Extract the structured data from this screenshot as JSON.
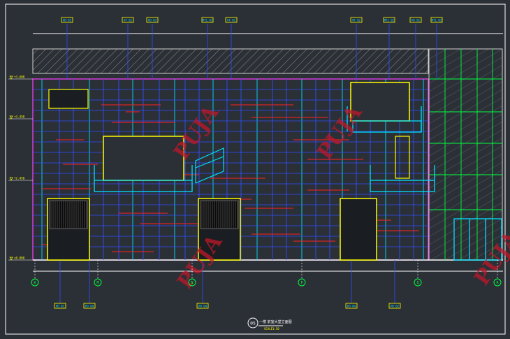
{
  "drawing": {
    "title": "一楼 前室大堂立面图",
    "number": "05",
    "scale": "SCALE1:50"
  },
  "tags_top": [
    "PD 01",
    "VT 01",
    "PD 03",
    "MTL 01",
    "VT 01",
    "VT 02",
    "MTL 01",
    "PD 01",
    "MTL 01"
  ],
  "tags_bottom": [
    "PD 01",
    "PD 04",
    "PD 04",
    "PD 04",
    "PD 02"
  ],
  "grid_bubbles": [
    "K",
    "M",
    "N",
    "P",
    "Q",
    "R"
  ],
  "levels": [
    "+3.600",
    "+3.450",
    "+2.450",
    "±0.000"
  ],
  "watermark": "PUJA",
  "colors": {
    "background": "#2b2f36",
    "frame": "#ffffff",
    "cyan": "#00e0ff",
    "blue": "#3050ff",
    "red": "#ff2020",
    "yellow": "#ffff00",
    "green": "#00ff40",
    "magenta": "#ff40ff",
    "watermark": "#c0182a"
  }
}
